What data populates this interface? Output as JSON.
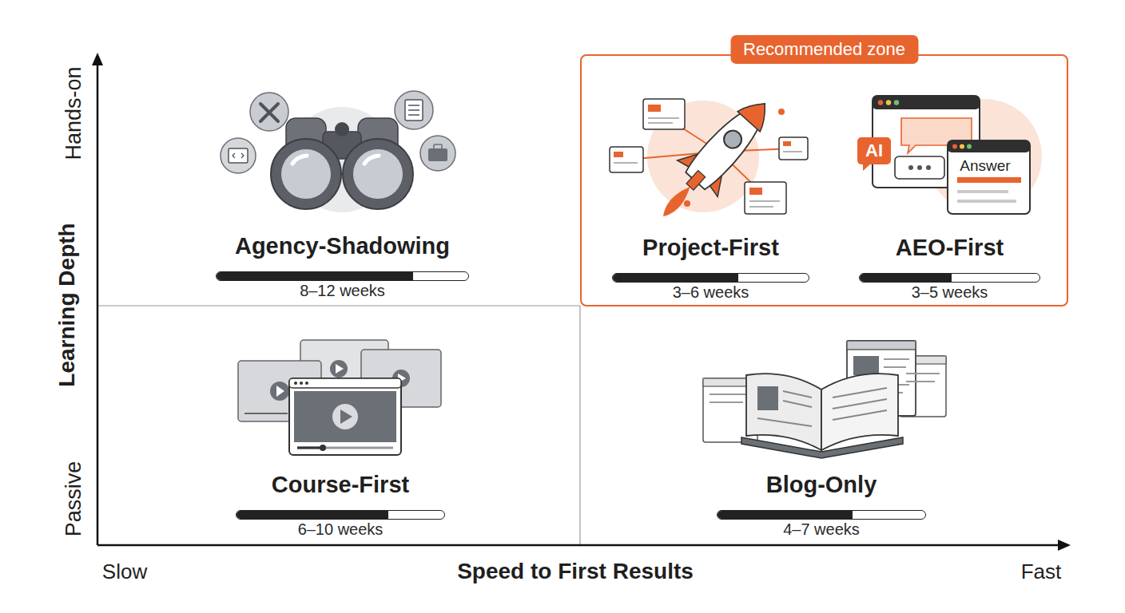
{
  "diagram": {
    "nodes": [
      {
        "text": [
          "Agency-Shadowing",
          "8–12 weeks"
        ]
      },
      {
        "text": [
          "Recommended zone"
        ]
      },
      {
        "text": [
          "Project-First",
          "3–6 weeks"
        ],
        "in": 1
      },
      {
        "text": [
          "AEO-First",
          "3–5 weeks"
        ],
        "in": 1
      },
      {
        "text": [
          "Course-First",
          "6–10 weeks"
        ]
      },
      {
        "text": [
          "Blog-Only",
          "4–7 weeks"
        ]
      }
    ],
    "labels": [
      "Hands-on",
      "Learning Depth",
      "Passive",
      "Slow",
      "Speed to First Results",
      "Fast",
      "AI",
      "Answer"
    ]
  }
}
